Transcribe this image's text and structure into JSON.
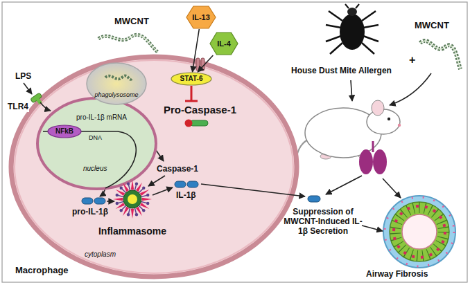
{
  "diagram": {
    "nodes": [
      {
        "text": [
          "Macrophage",
          "cytoplasm"
        ]
      },
      {
        "text": [
          "pro-IL-1β mRNA",
          "DNA",
          "nucleus"
        ],
        "in": 0
      },
      {
        "text": [
          "NFkB"
        ],
        "in": 1
      },
      {
        "text": [
          "phagolysosome"
        ],
        "in": 0
      },
      {
        "text": [
          "IL-13"
        ]
      },
      {
        "text": [
          "IL-4"
        ]
      },
      {
        "text": [
          "STAT-6"
        ],
        "in": 0
      },
      {
        "text": [
          "Inflammasome"
        ],
        "in": 0
      }
    ],
    "edges": [
      {
        "from": 4,
        "to": 6,
        "arrow": "to"
      },
      {
        "from": 5,
        "to": 6,
        "arrow": "to"
      }
    ],
    "labels": [
      "MWCNT",
      "LPS",
      "TLR4",
      "Pro-Caspase-1",
      "Caspase-1",
      "pro-IL-1β",
      "IL-1β",
      "House Dust Mite Allergen",
      "+",
      "MWCNT",
      "Suppression of MWCNT-Induced IL-1β Secretion",
      "Airway Fibrosis"
    ]
  }
}
